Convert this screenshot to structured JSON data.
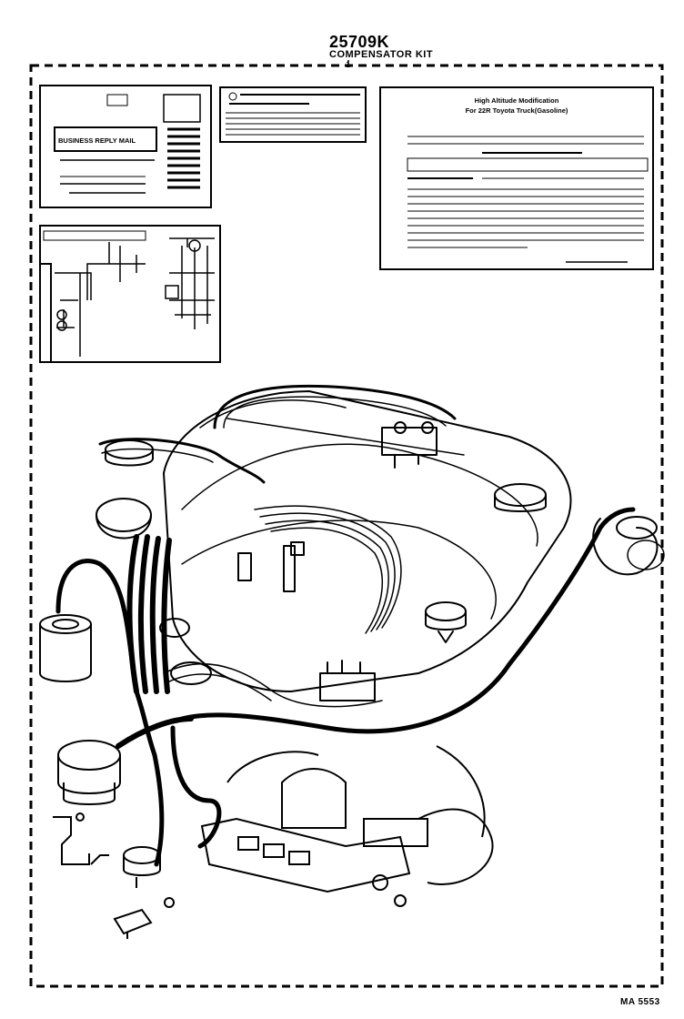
{
  "header": {
    "part_number": "25709K",
    "part_name": "COMPENSATOR KIT",
    "callout": "1"
  },
  "labels": {
    "business_reply": "BUSINESS REPLY MAIL",
    "high_altitude_title_line1": "High Altitude Modification",
    "high_altitude_title_line2": "For 22R Toyota Truck(Gasoline)"
  },
  "footer": {
    "figure_code": "MA  5553"
  }
}
